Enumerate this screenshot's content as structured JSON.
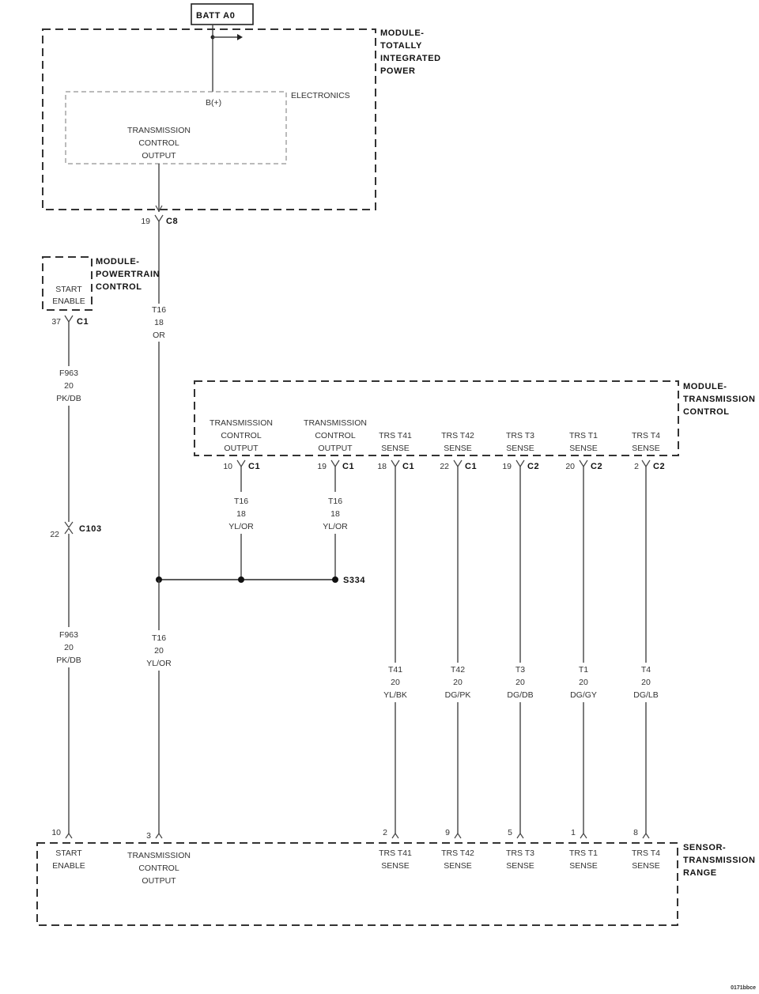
{
  "batt": "BATT A0",
  "tipm": {
    "title": [
      "MODULE-",
      "TOTALLY",
      "INTEGRATED",
      "POWER"
    ],
    "electronics": "ELECTRONICS",
    "bplus": "B(+)",
    "output": [
      "TRANSMISSION",
      "CONTROL",
      "OUTPUT"
    ],
    "pin": "19",
    "conn": "C8"
  },
  "pcm": {
    "title": [
      "MODULE-",
      "POWERTRAIN",
      "CONTROL"
    ],
    "start": [
      "START",
      "ENABLE"
    ],
    "pin": "37",
    "conn": "C1"
  },
  "tcm": {
    "title": [
      "MODULE-",
      "TRANSMISSION",
      "CONTROL"
    ],
    "pins": [
      {
        "label": [
          "TRANSMISSION",
          "CONTROL",
          "OUTPUT"
        ],
        "pin": "10",
        "conn": "C1"
      },
      {
        "label": [
          "TRANSMISSION",
          "CONTROL",
          "OUTPUT"
        ],
        "pin": "19",
        "conn": "C1"
      },
      {
        "label": [
          "TRS T41",
          "SENSE"
        ],
        "pin": "18",
        "conn": "C1"
      },
      {
        "label": [
          "TRS T42",
          "SENSE"
        ],
        "pin": "22",
        "conn": "C1"
      },
      {
        "label": [
          "TRS T3",
          "SENSE"
        ],
        "pin": "19",
        "conn": "C2"
      },
      {
        "label": [
          "TRS T1",
          "SENSE"
        ],
        "pin": "20",
        "conn": "C2"
      },
      {
        "label": [
          "TRS T4",
          "SENSE"
        ],
        "pin": "2",
        "conn": "C2"
      }
    ]
  },
  "wires": {
    "t16_or": [
      "T16",
      "18",
      "OR"
    ],
    "f963_top": [
      "F963",
      "20",
      "PK/DB"
    ],
    "f963_bottom": [
      "F963",
      "20",
      "PK/DB"
    ],
    "t16_tcm1": [
      "T16",
      "18",
      "YL/OR"
    ],
    "t16_tcm2": [
      "T16",
      "18",
      "YL/OR"
    ],
    "t16_sensor": [
      "T16",
      "20",
      "YL/OR"
    ],
    "t41": [
      "T41",
      "20",
      "YL/BK"
    ],
    "t42": [
      "T42",
      "20",
      "DG/PK"
    ],
    "t3": [
      "T3",
      "20",
      "DG/DB"
    ],
    "t1": [
      "T1",
      "20",
      "DG/GY"
    ],
    "t4": [
      "T4",
      "20",
      "DG/LB"
    ]
  },
  "c103": {
    "pin": "22",
    "conn": "C103"
  },
  "splice": "S334",
  "sensor": {
    "title": [
      "SENSOR-",
      "TRANSMISSION",
      "RANGE"
    ],
    "pins": [
      {
        "label": [
          "START",
          "ENABLE"
        ],
        "pin": "10"
      },
      {
        "label": [
          "TRANSMISSION",
          "CONTROL",
          "OUTPUT"
        ],
        "pin": "3"
      },
      {
        "label": [
          "TRS T41",
          "SENSE"
        ],
        "pin": "2"
      },
      {
        "label": [
          "TRS T42",
          "SENSE"
        ],
        "pin": "9"
      },
      {
        "label": [
          "TRS T3",
          "SENSE"
        ],
        "pin": "5"
      },
      {
        "label": [
          "TRS T1",
          "SENSE"
        ],
        "pin": "1"
      },
      {
        "label": [
          "TRS T4",
          "SENSE"
        ],
        "pin": "8"
      }
    ]
  },
  "figure_id": "0171bbce"
}
